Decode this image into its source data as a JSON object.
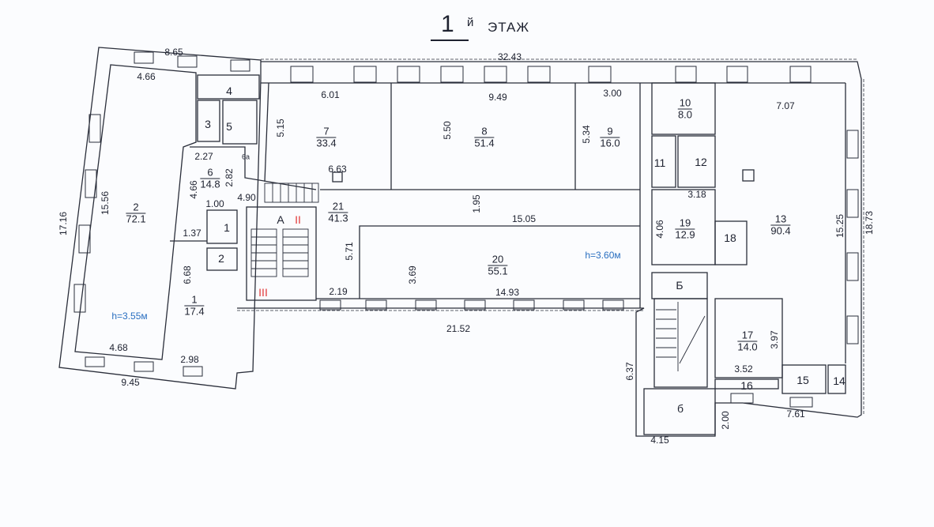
{
  "title": {
    "number": "1",
    "suffix": "й",
    "word": "ЭТАЖ"
  },
  "rooms": [
    {
      "num": "2",
      "area": "72.1"
    },
    {
      "num": "6",
      "area": "14.8"
    },
    {
      "num": "1",
      "area": "17.4"
    },
    {
      "num": "7",
      "area": "33.4"
    },
    {
      "num": "8",
      "area": "51.4"
    },
    {
      "num": "9",
      "area": "16.0"
    },
    {
      "num": "21",
      "area": "41.3"
    },
    {
      "num": "20",
      "area": "55.1"
    },
    {
      "num": "10",
      "area": "8.0"
    },
    {
      "num": "19",
      "area": "12.9"
    },
    {
      "num": "13",
      "area": "90.4"
    },
    {
      "num": "17",
      "area": "14.0"
    }
  ],
  "room_labels": [
    "4",
    "3",
    "5",
    "6а",
    "1",
    "2",
    "11",
    "12",
    "18",
    "16",
    "15",
    "14"
  ],
  "stairs": [
    "А",
    "Б",
    "б"
  ],
  "stair_marks": [
    "II",
    "III"
  ],
  "heights": [
    "h=3.55м",
    "h=3.60м"
  ],
  "dimensions": [
    "8.65",
    "4.66",
    "2.27",
    "4.66",
    "2.82",
    "4.90",
    "1.00",
    "1.37",
    "6.68",
    "4.68",
    "2.98",
    "9.45",
    "17.16",
    "15.56",
    "5.15",
    "32.43",
    "6.01",
    "9.49",
    "3.00",
    "5.50",
    "5.34",
    "6.63",
    "1.95",
    "15.05",
    "5.71",
    "3.69",
    "2.19",
    "14.93",
    "21.52",
    "7.07",
    "3.18",
    "4.06",
    "15.25",
    "18.73",
    "3.97",
    "3.52",
    "6.37",
    "2.00",
    "7.61",
    "4.15"
  ]
}
